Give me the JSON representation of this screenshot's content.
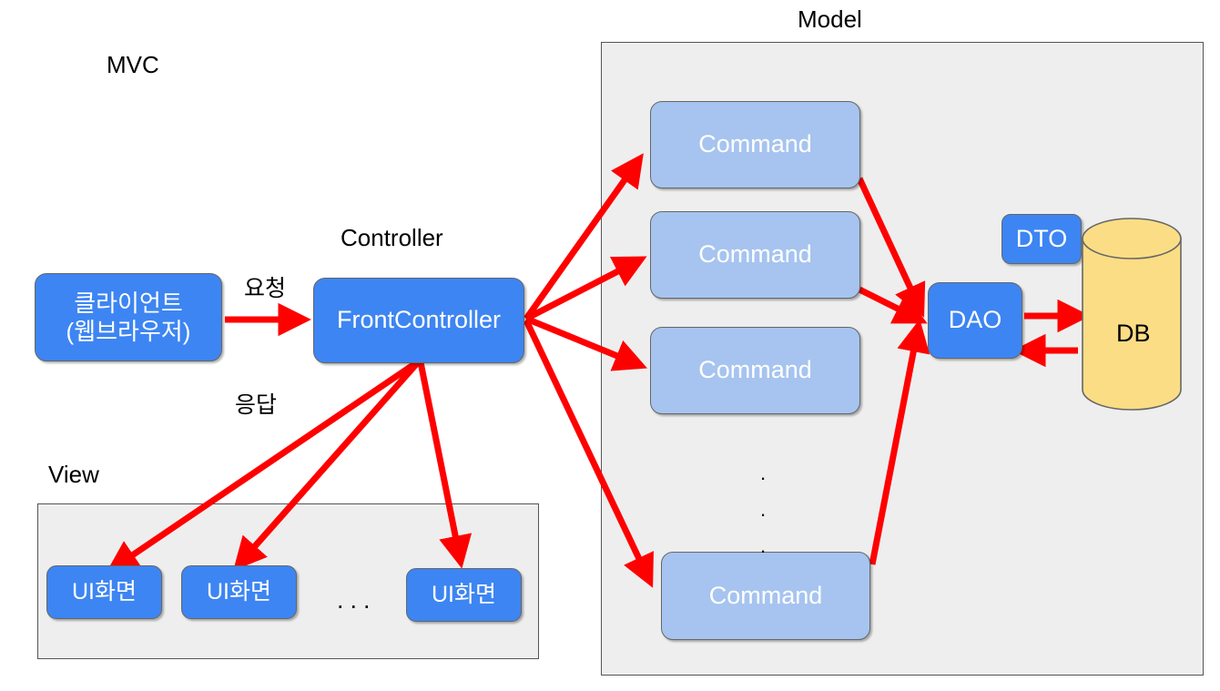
{
  "diagram": {
    "title": "MVC",
    "groups": [
      {
        "key": "mvc",
        "label": "MVC"
      },
      {
        "key": "controller",
        "label": "Controller"
      },
      {
        "key": "view",
        "label": "View"
      },
      {
        "key": "model",
        "label": "Model"
      }
    ],
    "colors": {
      "node_blue": "#3d85f2",
      "node_light_blue": "#a6c4ef",
      "db_yellow": "#fbdd85",
      "arrow_red": "#ff0000",
      "panel_gray": "#eeeeee",
      "panel_border": "#555555",
      "text_white": "#ffffff",
      "text_black": "#000000"
    },
    "nodes": {
      "client": "클라이언트\n(웹브라우저)",
      "front_controller": "FrontController",
      "commands": [
        "Command",
        "Command",
        "Command",
        "Command"
      ],
      "dao": "DAO",
      "dto": "DTO",
      "db": "DB",
      "views": [
        "UI화면",
        "UI화면",
        "UI화면"
      ]
    },
    "edge_labels": {
      "request": "요청",
      "response": "응답"
    },
    "ellipsis": {
      "view_horizontal": "...",
      "command_vertical": "."
    }
  }
}
